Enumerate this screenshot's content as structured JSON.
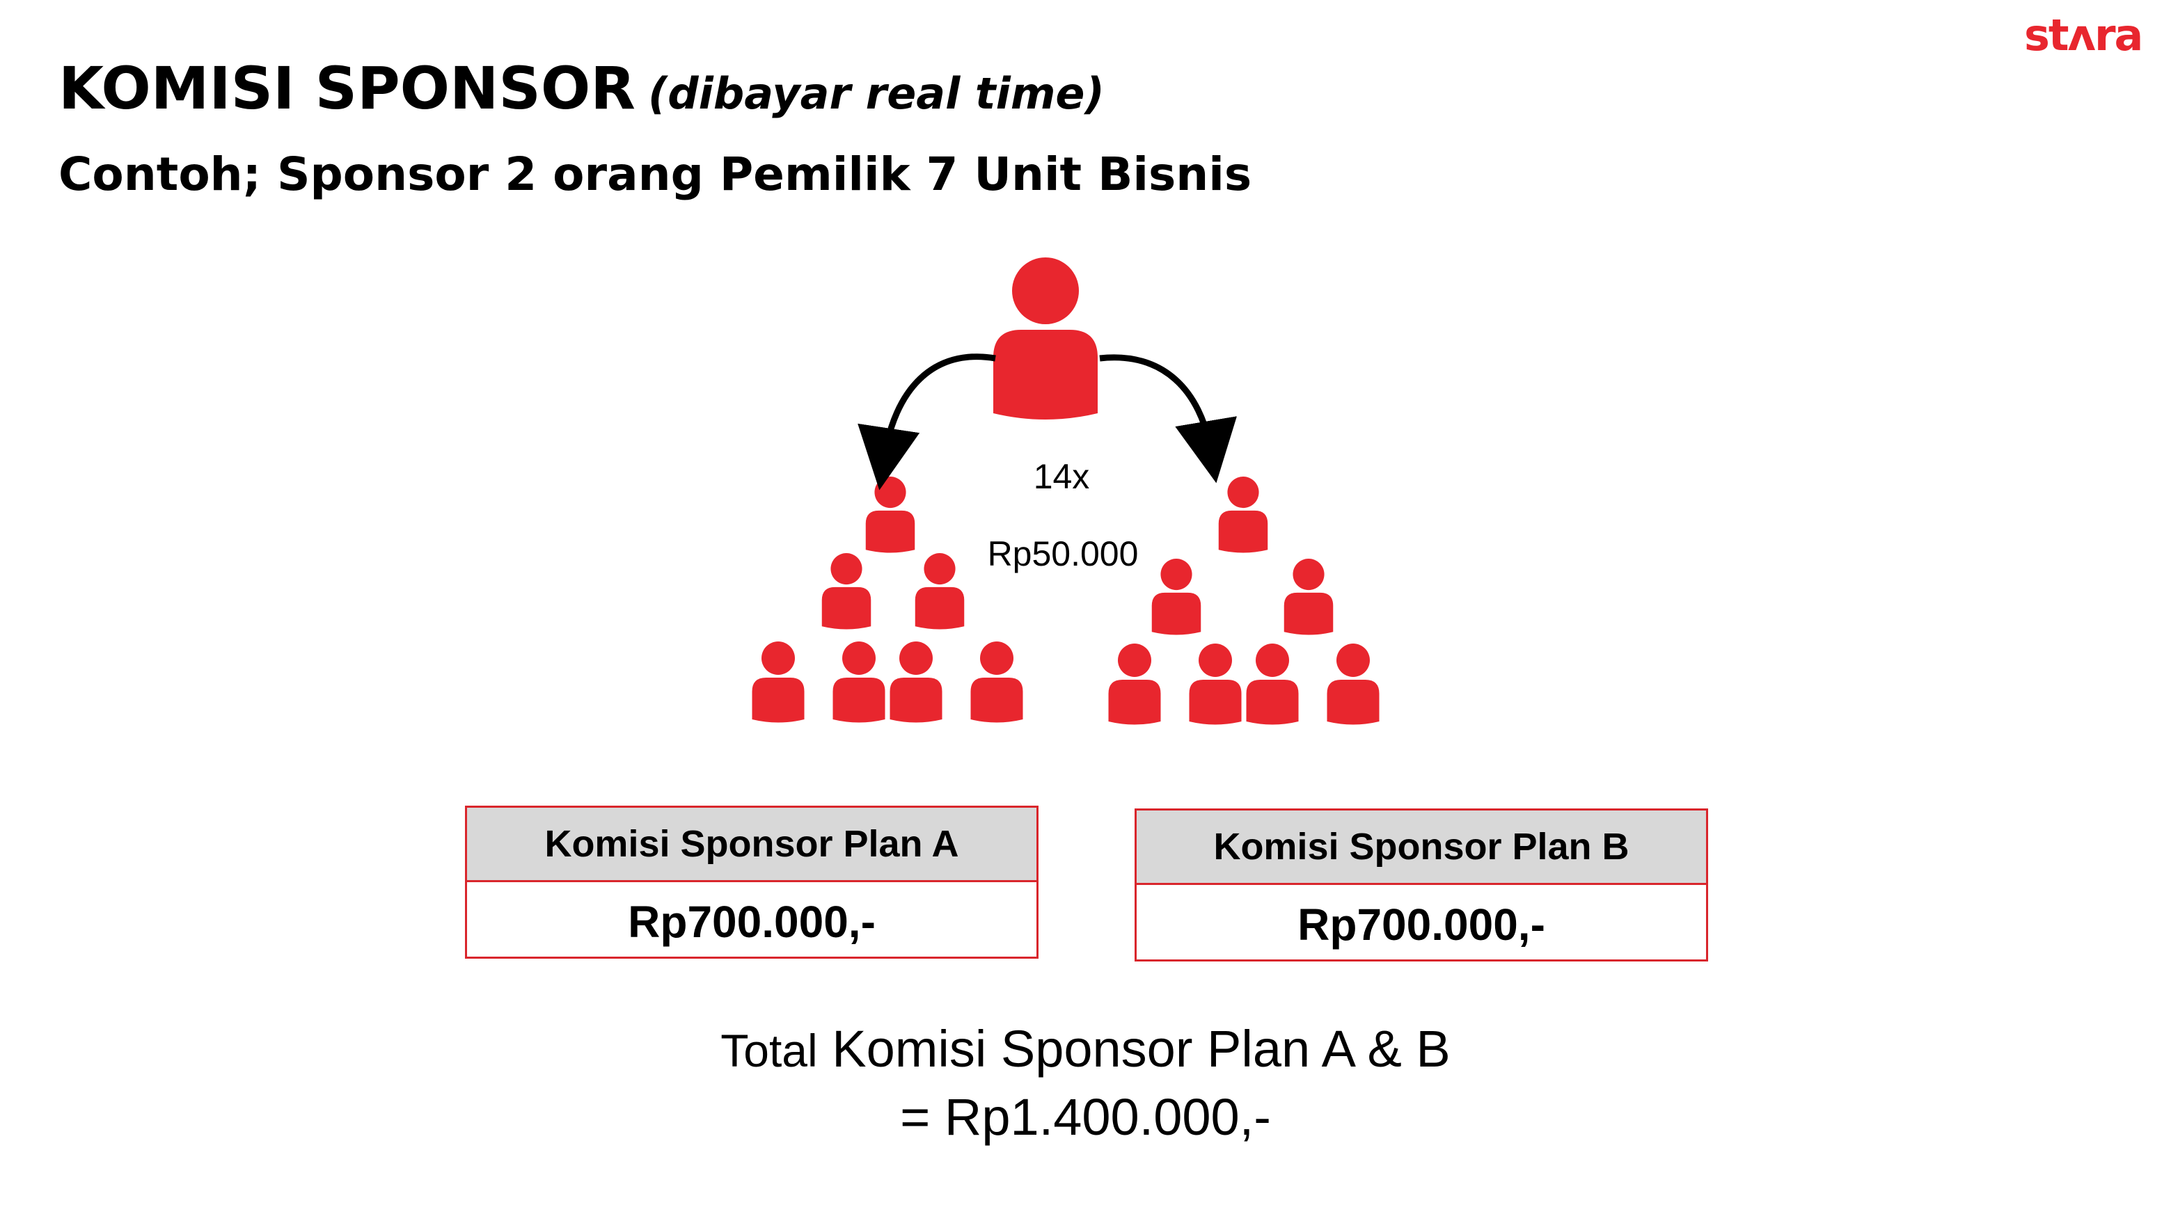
{
  "brand": {
    "logo_text": "stʌra",
    "accent": "#e8262e"
  },
  "header": {
    "title": "KOMISI SPONSOR",
    "title_note": "(dibayar real time)",
    "subtitle": "Contoh; Sponsor 2 orang Pemilik 7 Unit Bisnis"
  },
  "diagram": {
    "count_label": "14x",
    "amount_label": "Rp50.000",
    "person_icon": "person-icon",
    "arrow_icon": "curved-arrow-icon"
  },
  "plans": [
    {
      "label": "Komisi Sponsor Plan A",
      "value": "Rp700.000,-"
    },
    {
      "label": "Komisi Sponsor Plan B",
      "value": "Rp700.000,-"
    }
  ],
  "total": {
    "prefix": "Total",
    "label": "Komisi Sponsor Plan A & B",
    "value": "= Rp1.400.000,-"
  }
}
